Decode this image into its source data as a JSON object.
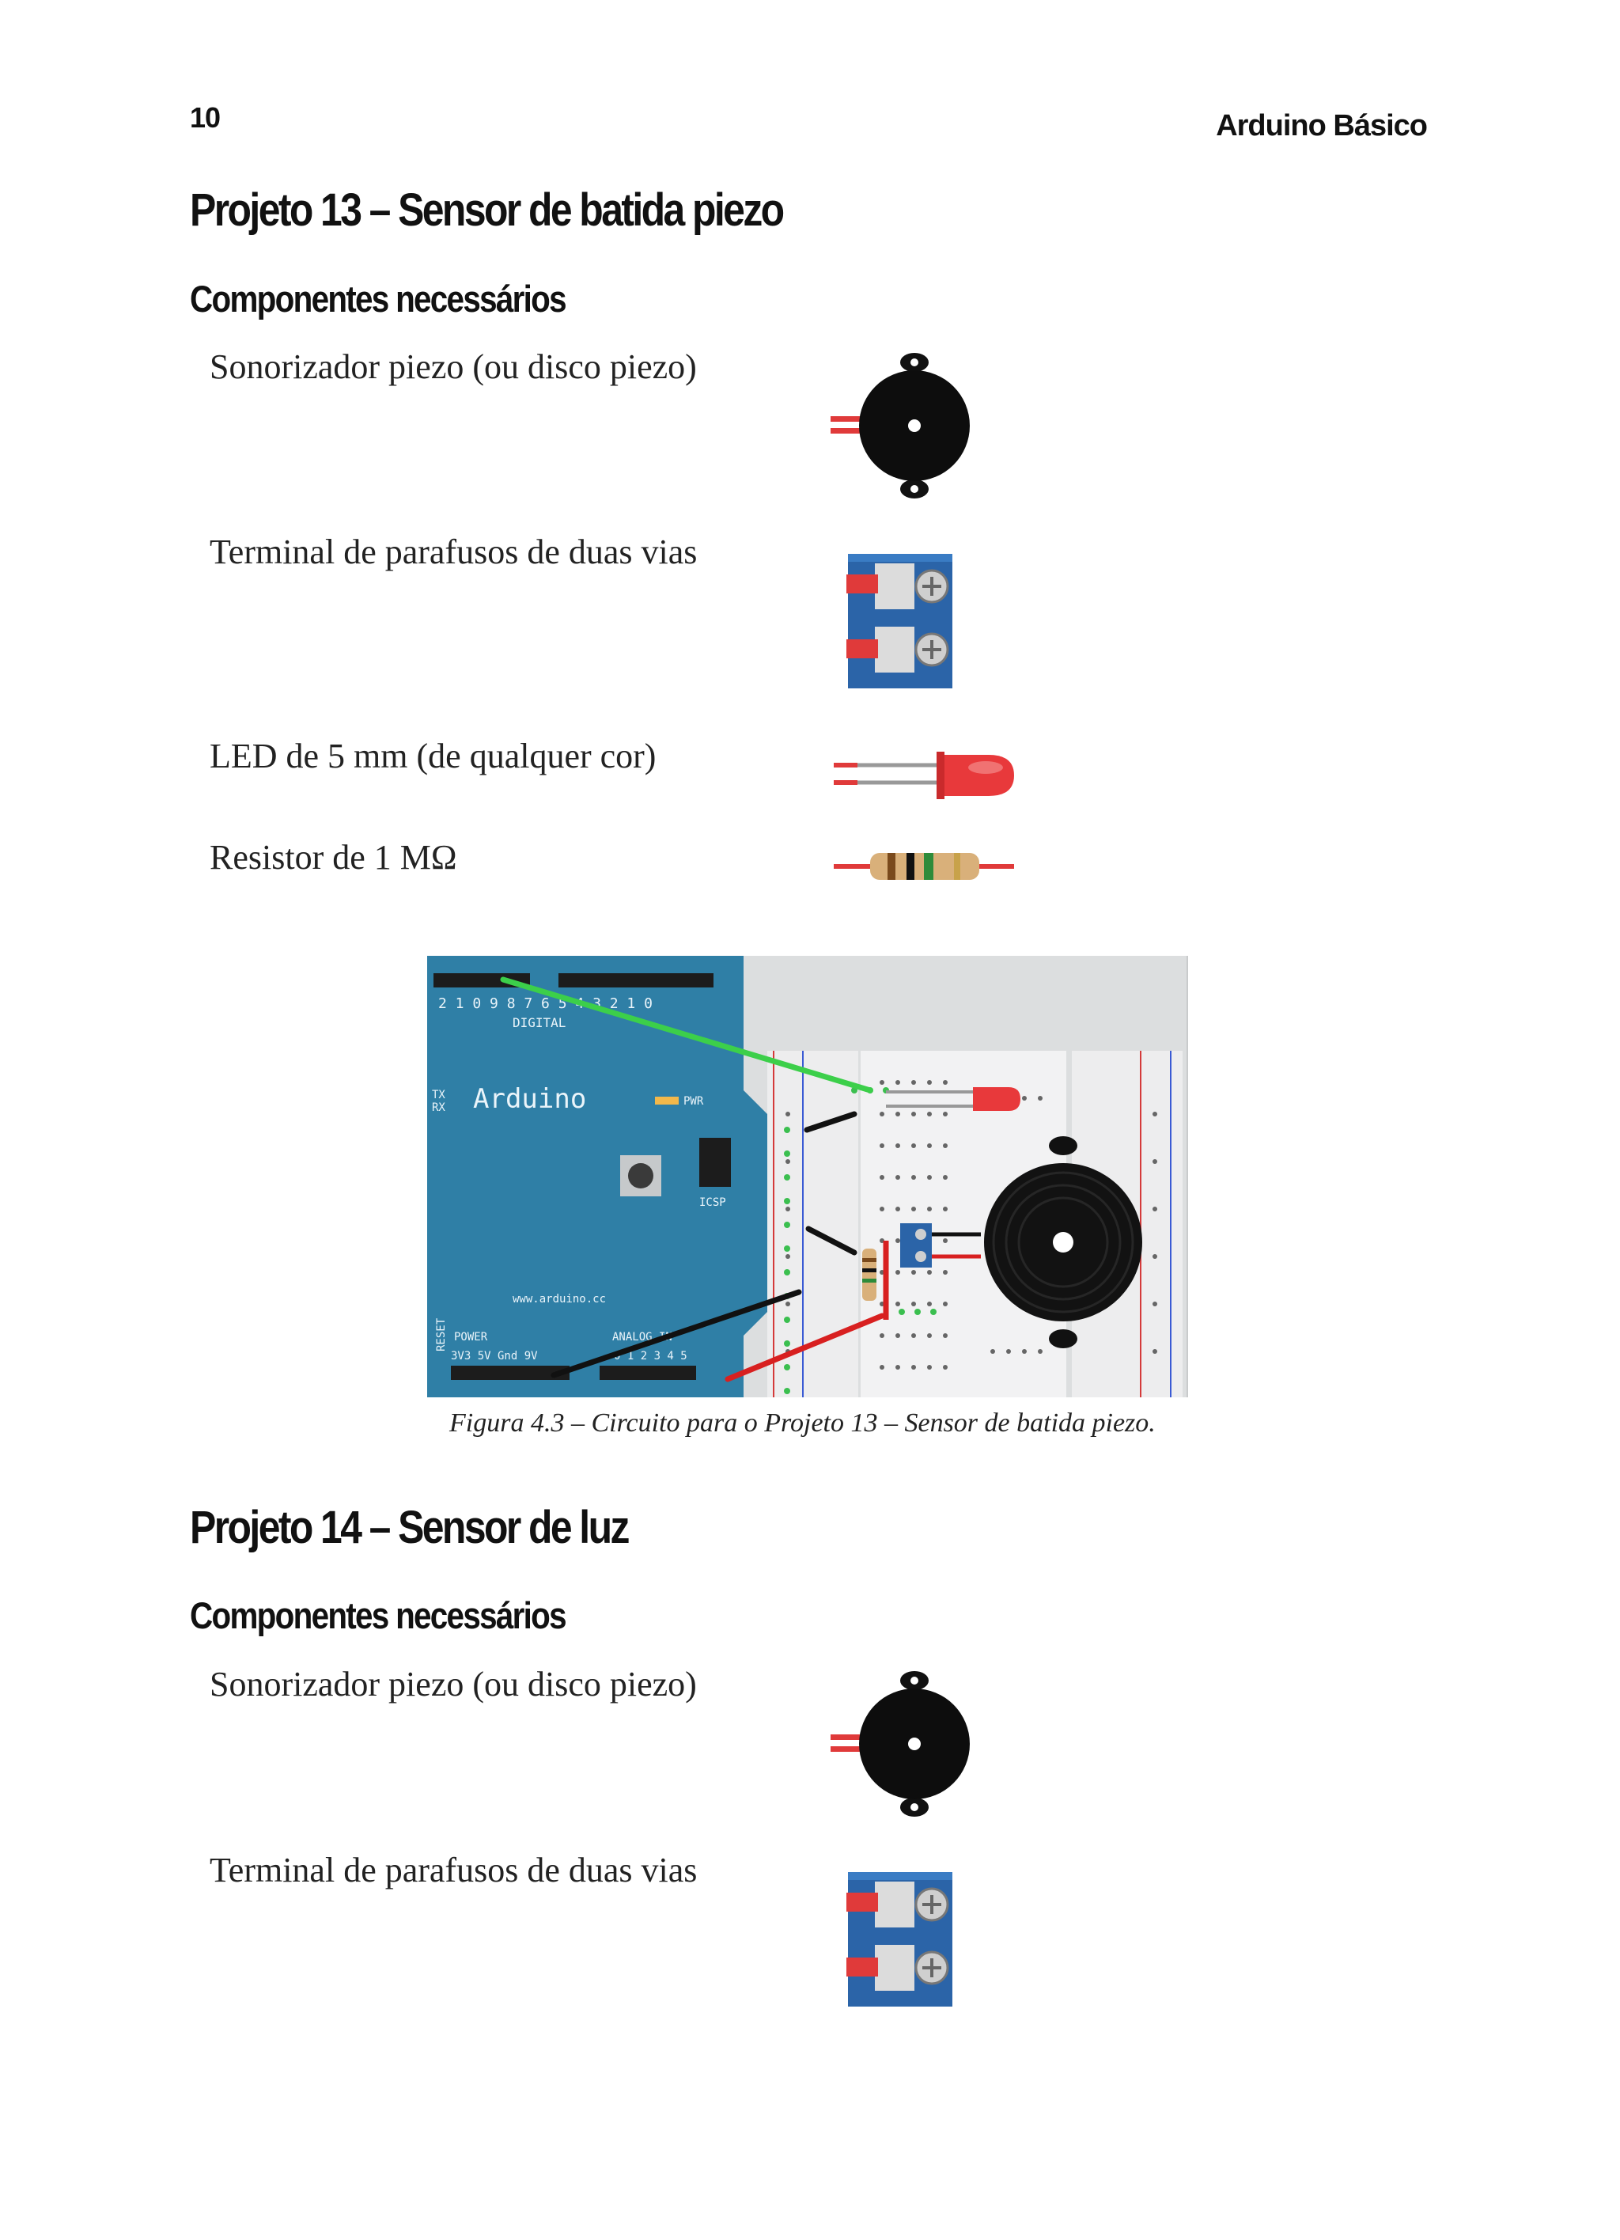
{
  "header": {
    "page_number": "10",
    "running_head": "Arduino Básico"
  },
  "project13": {
    "title": "Projeto 13 – Sensor de batida piezo",
    "components_heading": "Componentes necessários",
    "items": [
      {
        "label": "Sonorizador piezo (ou disco piezo)",
        "icon": "piezo-icon"
      },
      {
        "label": "Terminal de parafusos de duas vias",
        "icon": "screw-terminal-icon"
      },
      {
        "label": "LED de 5 mm (de qualquer cor)",
        "icon": "led-icon"
      },
      {
        "label": "Resistor de 1 MΩ",
        "icon": "resistor-icon"
      }
    ],
    "figure": {
      "caption": "Figura 4.3 – Circuito para o Projeto 13 – Sensor de batida piezo.",
      "board_labels": {
        "brand": "Arduino",
        "digital": "DIGITAL",
        "website": "www.arduino.cc",
        "power": "POWER",
        "analog_in": "ANALOG IN",
        "pwr": "PWR",
        "icsp": "ICSP",
        "reset": "RESET",
        "pins_power": "3V3 5V Gnd 9V",
        "pins_digital": "2 1 0 9 8   7 6 5 4 3 2 1 0",
        "pins_analog": "0 1 2 3 4 5",
        "tx": "TX",
        "rx": "RX"
      }
    }
  },
  "project14": {
    "title": "Projeto 14 – Sensor de luz",
    "components_heading": "Componentes necessários",
    "items": [
      {
        "label": "Sonorizador piezo (ou disco piezo)",
        "icon": "piezo-icon"
      },
      {
        "label": "Terminal de parafusos de duas vias",
        "icon": "screw-terminal-icon"
      }
    ]
  }
}
